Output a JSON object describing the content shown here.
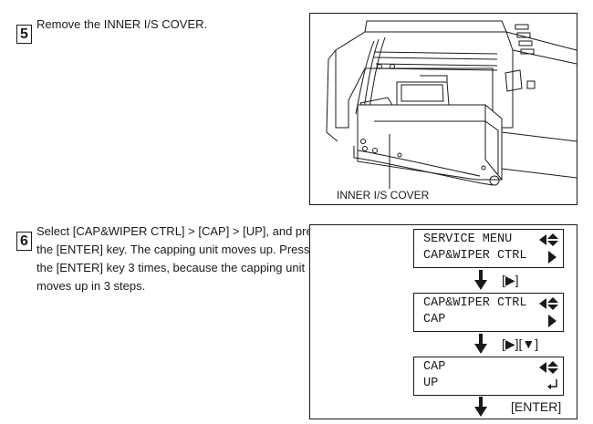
{
  "step5": {
    "number": "5",
    "text": "Remove the INNER I/S COVER.",
    "figure_label": "INNER I/S COVER"
  },
  "step6": {
    "number": "6",
    "lines": [
      "Select [CAP&WIPER CTRL] > [CAP] > [UP], and press",
      "the [ENTER] key.  The capping unit moves up.  Press",
      "the [ENTER] key 3 times, because the capping unit",
      "moves up in 3 steps."
    ]
  },
  "lcd_screens": [
    {
      "line1": "SERVICE MENU",
      "line2": "CAP&WIPER CTRL"
    },
    {
      "line1": "CAP&WIPER CTRL",
      "line2": "CAP"
    },
    {
      "line1": "CAP",
      "line2": "UP"
    }
  ],
  "key_presses": [
    "[▶]",
    "[▶][▼]",
    "[ENTER]"
  ],
  "icons": {
    "lcd_nav": "left-updown-triangle-icon",
    "lcd_right": "right-triangle-icon",
    "lcd_enter": "enter-return-icon",
    "flow": "down-arrow-icon"
  }
}
